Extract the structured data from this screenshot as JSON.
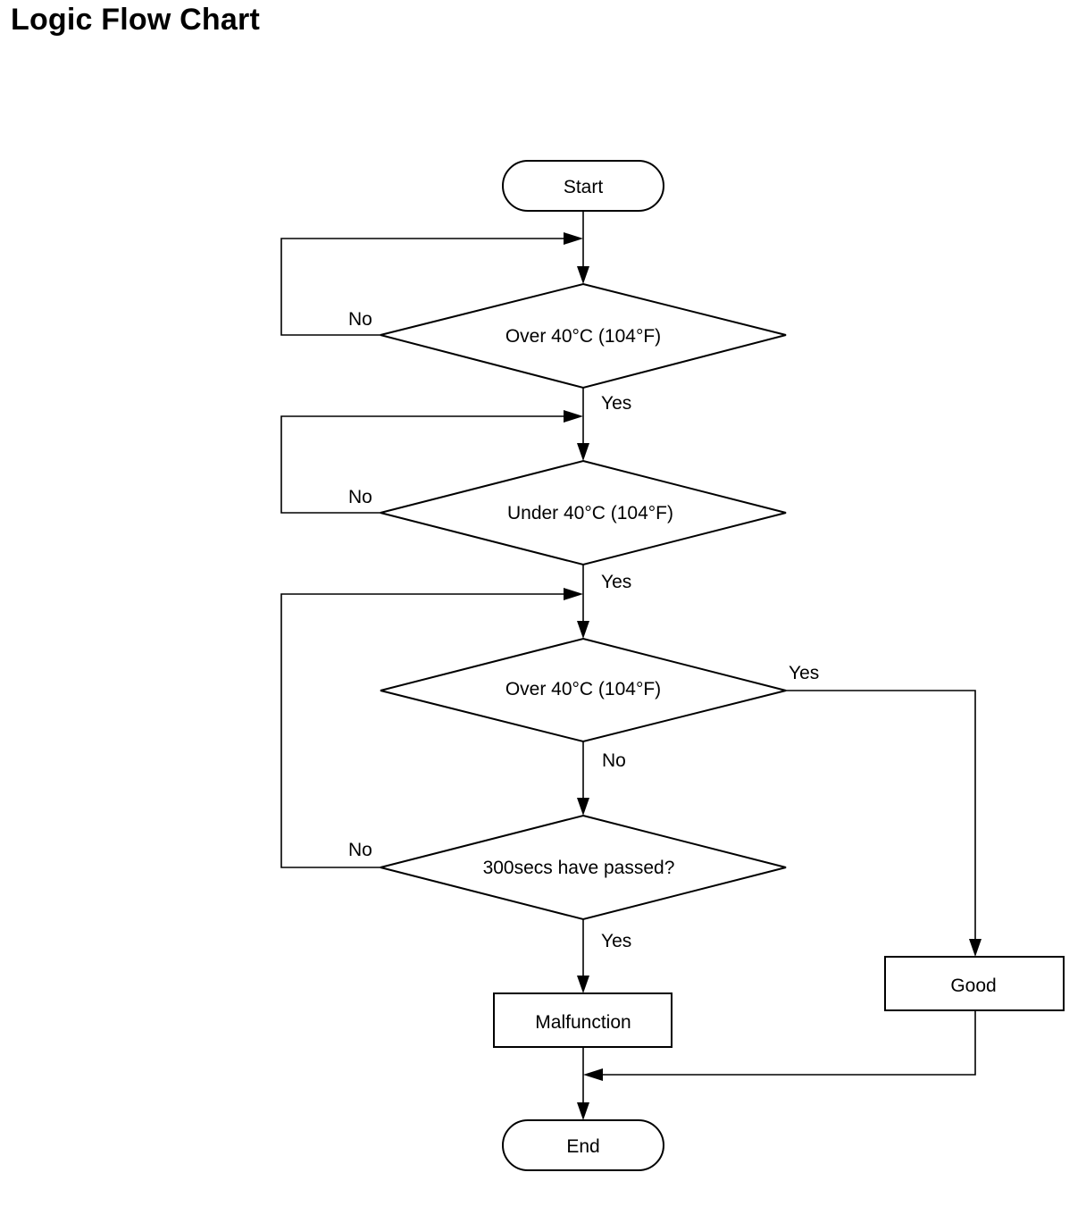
{
  "title": "Logic Flow Chart",
  "nodes": {
    "start": "Start",
    "decision1": "Over 40°C (104°F)",
    "decision2": "Under 40°C (104°F)",
    "decision3": "Over 40°C (104°F)",
    "decision4": "300secs have passed?",
    "malfunction": "Malfunction",
    "good": "Good",
    "end": "End"
  },
  "edge_labels": {
    "d1_no": "No",
    "d1_yes": "Yes",
    "d2_no": "No",
    "d2_yes": "Yes",
    "d3_yes": "Yes",
    "d3_no": "No",
    "d4_no": "No",
    "d4_yes": "Yes"
  }
}
